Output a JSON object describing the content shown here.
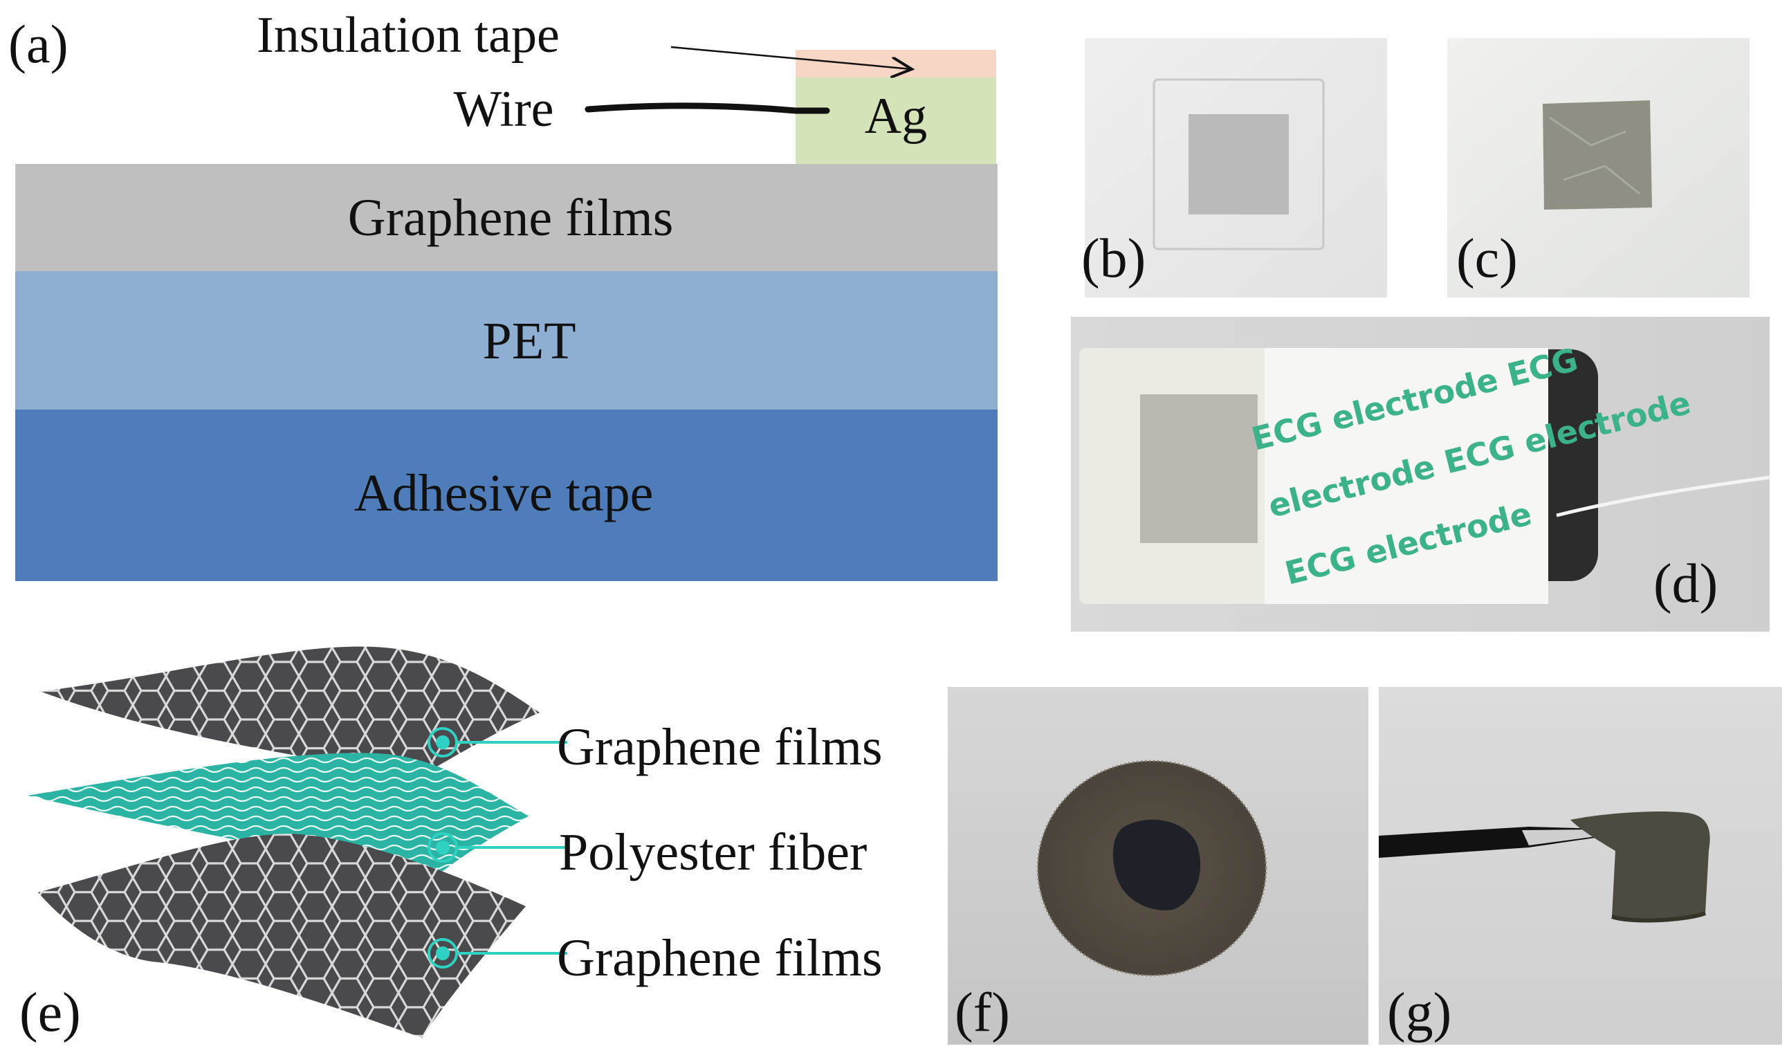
{
  "panels": {
    "a": {
      "label": "(a)",
      "layers": {
        "graphene": "Graphene films",
        "pet": "PET",
        "adhesive": "Adhesive tape"
      },
      "insulation_label": "Insulation tape",
      "wire_label": "Wire",
      "ag_label": "Ag"
    },
    "b": {
      "label": "(b)"
    },
    "c": {
      "label": "(c)"
    },
    "d": {
      "label": "(d)",
      "electrode_text_1": "ECG electrode ECG",
      "electrode_text_2": "electrode ECG electrode",
      "electrode_text_3": "ECG electrode"
    },
    "e": {
      "label": "(e)",
      "top_layer": "Graphene films",
      "middle_layer": "Polyester fiber",
      "bottom_layer": "Graphene films"
    },
    "f": {
      "label": "(f)"
    },
    "g": {
      "label": "(g)"
    }
  },
  "colors": {
    "graphene_layer": "#bfbfbf",
    "pet_layer": "#8eaed4",
    "adhesive_layer": "#4e7dba",
    "ag_block": "#d5e3b8",
    "insulation_tape": "#f7d6c6",
    "graphene_sheet": "#4a4a4e",
    "polyester_sheet": "#2bb3a3",
    "callout": "#2fd1c3"
  }
}
